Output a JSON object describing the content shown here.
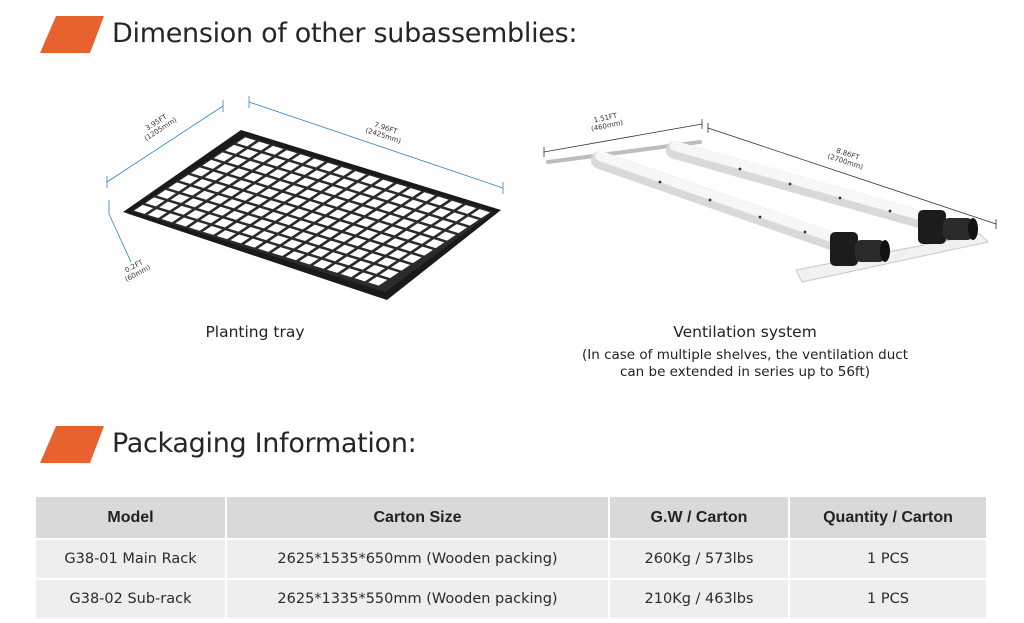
{
  "sections": {
    "subassemblies": {
      "title": "Dimension of other subassemblies:"
    },
    "packaging": {
      "title": "Packaging Information:"
    }
  },
  "brand_color": "#e8622f",
  "tray": {
    "caption": "Planting tray",
    "dim_width_ft": "3.95FT",
    "dim_width_mm": "(1205mm)",
    "dim_length_ft": "7.96FT",
    "dim_length_mm": "(2425mm)",
    "dim_height_ft": "0.2FT",
    "dim_height_mm": "(60mm)"
  },
  "ventilation": {
    "caption": "Ventilation system",
    "note_line1": "(In case of multiple shelves, the ventilation duct",
    "note_line2": "can be extended in series up to 56ft)",
    "dim_width_ft": "1.51FT",
    "dim_width_mm": "(460mm)",
    "dim_length_ft": "8.86FT",
    "dim_length_mm": "(2700mm)"
  },
  "table": {
    "headers": [
      "Model",
      "Carton Size",
      "G.W / Carton",
      "Quantity / Carton"
    ],
    "rows": [
      [
        "G38-01 Main Rack",
        "2625*1535*650mm (Wooden packing)",
        "260Kg / 573lbs",
        "1 PCS"
      ],
      [
        "G38-02 Sub-rack",
        "2625*1335*550mm (Wooden packing)",
        "210Kg / 463lbs",
        "1 PCS"
      ]
    ]
  }
}
